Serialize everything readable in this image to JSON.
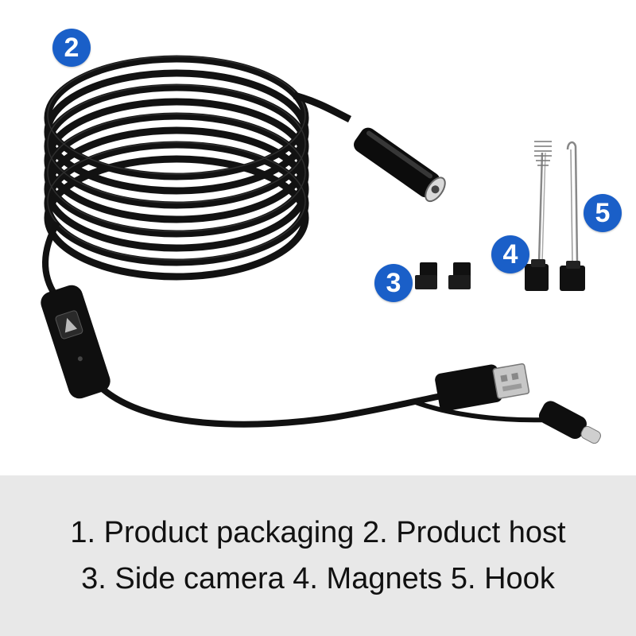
{
  "badges": {
    "host": "2",
    "side_camera": "3",
    "magnets": "4",
    "hook": "5"
  },
  "caption": {
    "line1": "1. Product packaging 2. Product host",
    "line2": "3. Side camera 4. Magnets 5. Hook"
  },
  "colors": {
    "badge": "#1a5fc8",
    "caption_background": "#e8e8e8",
    "cable": "#111111"
  }
}
